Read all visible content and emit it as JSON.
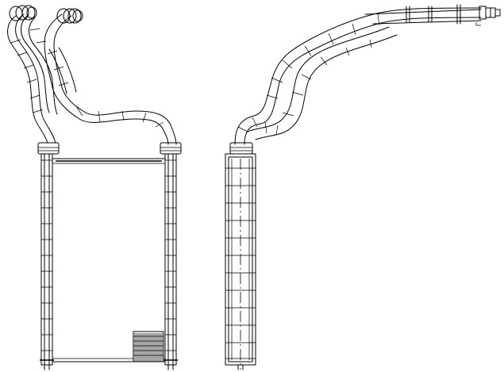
{
  "drawing": {
    "subject": "heater-core",
    "views": [
      "front-view",
      "side-view"
    ],
    "line_color": "#000000",
    "background": "#ffffff"
  }
}
